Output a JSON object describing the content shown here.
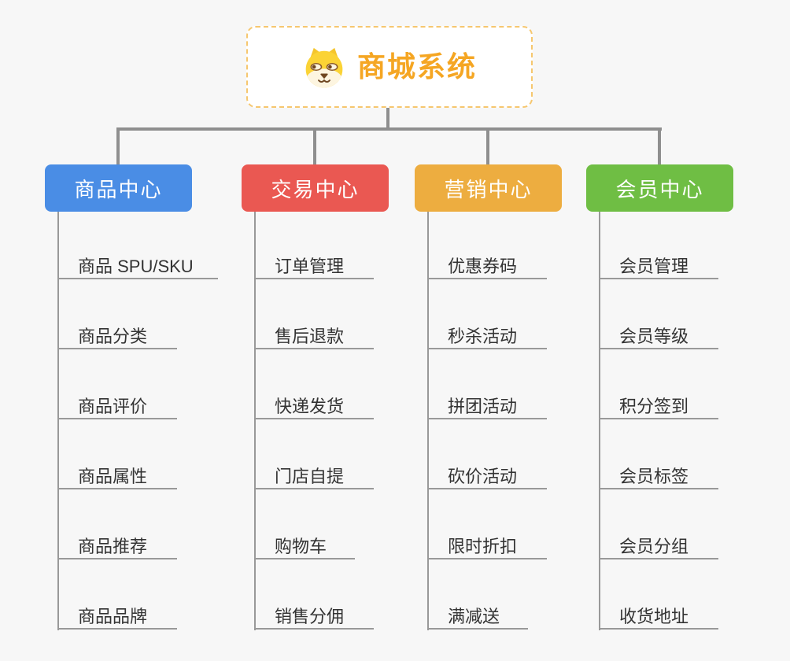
{
  "canvas": {
    "background": "#F7F7F7"
  },
  "root": {
    "label": "商城系统",
    "icon": "dog-face-icon",
    "text_color": "#F5A623",
    "border_color": "#F6C76F",
    "background": "#FFFFFF"
  },
  "connectors": {
    "tree_color": "#8F8F8F",
    "branch_line_color": "#999999"
  },
  "leaf_text_color": "#333333",
  "branches": [
    {
      "label": "商品中心",
      "color": "#4A8DE5",
      "children": [
        "商品 SPU/SKU",
        "商品分类",
        "商品评价",
        "商品属性",
        "商品推荐",
        "商品品牌"
      ]
    },
    {
      "label": "交易中心",
      "color": "#EA5852",
      "children": [
        "订单管理",
        "售后退款",
        "快递发货",
        "门店自提",
        "购物车",
        "销售分佣"
      ]
    },
    {
      "label": "营销中心",
      "color": "#EDAD40",
      "children": [
        "优惠券码",
        "秒杀活动",
        "拼团活动",
        "砍价活动",
        "限时折扣",
        "满减送"
      ]
    },
    {
      "label": "会员中心",
      "color": "#6FBE44",
      "children": [
        "会员管理",
        "会员等级",
        "积分签到",
        "会员标签",
        "会员分组",
        "收货地址"
      ]
    }
  ]
}
